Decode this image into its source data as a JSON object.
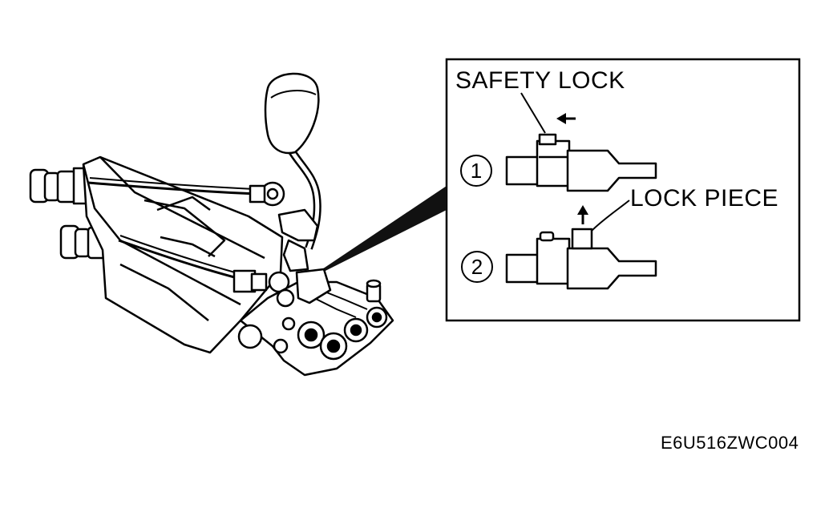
{
  "labels": {
    "safety_lock": "SAFETY LOCK",
    "lock_piece": "LOCK PIECE",
    "figure_code": "E6U516ZWC004"
  },
  "steps": [
    "1",
    "2"
  ],
  "colors": {
    "line": "#000000",
    "background": "#ffffff",
    "callout": "#111111"
  }
}
